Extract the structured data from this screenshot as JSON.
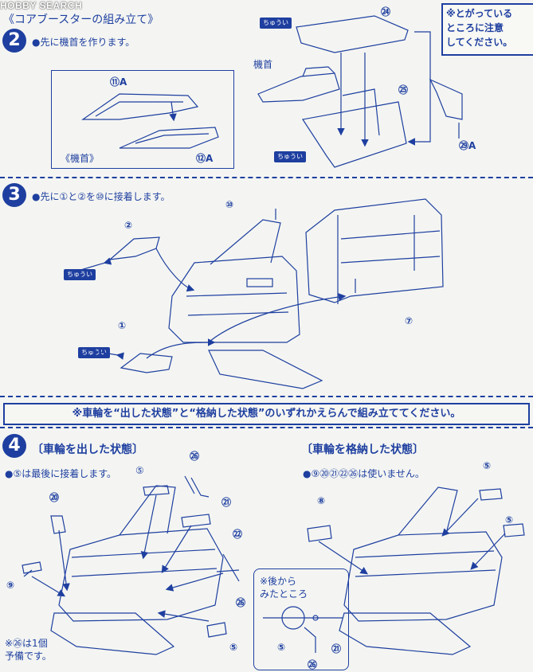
{
  "watermark": "HOBBY SEARCH",
  "section_title": "《コアブースターの組み立て》",
  "step2": {
    "number": "2",
    "instruction": "●先に機首を作ります。",
    "inset_caption": "《機首》",
    "label_nose": "機首",
    "parts": [
      "⑪A",
      "⑫A",
      "㉔",
      "㉕",
      "㉙A"
    ],
    "caution_tags": [
      "ちゅうい",
      "ちゅうい"
    ]
  },
  "note_pointy": [
    "※とがっている",
    "ところに注意",
    "してください。"
  ],
  "step3": {
    "number": "3",
    "instruction": "●先に①と②を⑩に接着します。",
    "parts": [
      "⑩",
      "②",
      "①",
      "⑦"
    ],
    "caution_tags": [
      "ちゅうい",
      "ちゅうい"
    ]
  },
  "banner": "※車輪を“出した状態”と“格納した状態”のいずれかえらんで組み立ててください。",
  "step4": {
    "number": "4",
    "left_heading": "〔車輪を出した状態〕",
    "left_note": "●⑤は最後に接着します。",
    "left_parts": [
      "⑤",
      "㉖",
      "⑳",
      "㉑",
      "㉒",
      "⑨",
      "⑤",
      "㉖"
    ],
    "spare_note": [
      "※㉖は1個",
      "予備です。"
    ],
    "inset_title": [
      "※後から",
      "みたところ"
    ],
    "inset_parts": [
      "⑤",
      "㉑",
      "㉖"
    ],
    "right_heading": "〔車輪を格納した状態〕",
    "right_note": "●⑨⑳㉑㉒㉖は使いません。",
    "right_parts": [
      "⑧",
      "⑤",
      "⑤"
    ]
  }
}
